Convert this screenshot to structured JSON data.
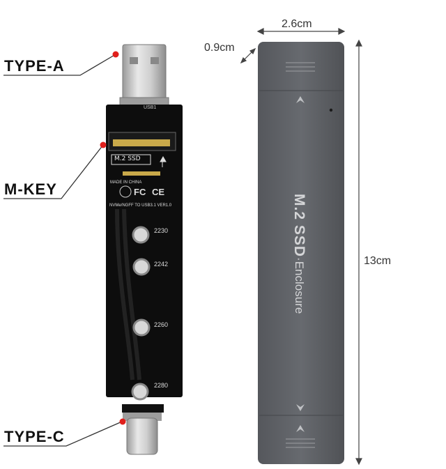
{
  "callouts": {
    "type_a": "TYPE-A",
    "m_key": "M-KEY",
    "type_c": "TYPE-C"
  },
  "dimensions": {
    "width": "2.6cm",
    "thickness": "0.9cm",
    "length": "13cm"
  },
  "board": {
    "usb_marking": "USB1",
    "slot_label": "M.2 SSD",
    "made_in": "MADE IN CHINA",
    "cert_fc": "FC",
    "cert_ce": "CE",
    "model": "NVMe/NGFF TO USB3.1 VER1.0",
    "mount_sizes": [
      "2230",
      "2242",
      "2260",
      "2280"
    ]
  },
  "enclosure": {
    "brand_text": "M.2 SSD",
    "product_text": "·Enclosure"
  },
  "colors": {
    "pcb": "#0d0d0d",
    "enclosure": "#5f6166",
    "callout_dot": "#e0201c"
  }
}
